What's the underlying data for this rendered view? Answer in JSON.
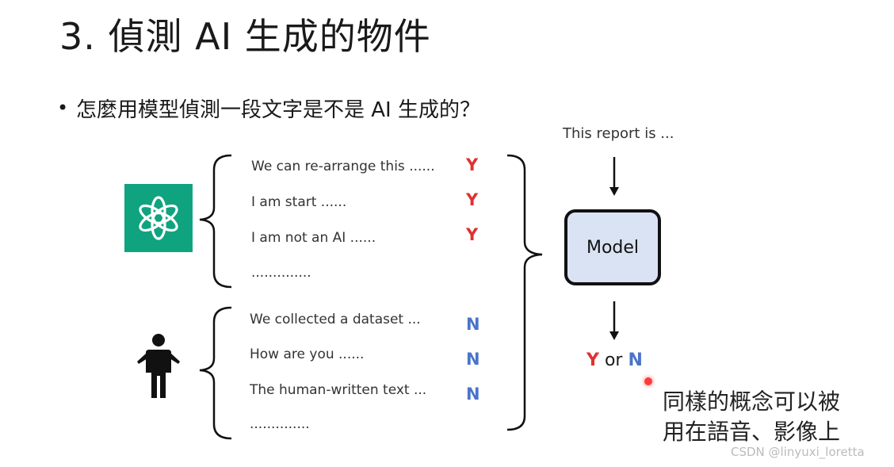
{
  "slide": {
    "title": "3. 偵測 AI 生成的物件",
    "bullet": "怎麼用模型偵測一段文字是不是 AI 生成的？",
    "model_input_label": "This report is ...",
    "model_label": "Model",
    "output": {
      "y": "Y",
      "or": "or",
      "n": "N"
    },
    "note_line1": "同樣的概念可以被",
    "note_line2": "用在語音、影像上"
  },
  "ai_samples": [
    {
      "text": "We can re-arrange this ......",
      "label": "Y"
    },
    {
      "text": "I am start ......",
      "label": "Y"
    },
    {
      "text": "I am not an AI ......",
      "label": "Y"
    },
    {
      "text": "..............",
      "label": ""
    }
  ],
  "human_samples": [
    {
      "text": "We collected a dataset ...",
      "label": "N"
    },
    {
      "text": "How are you ......",
      "label": "N"
    },
    {
      "text": "The human-written text ...",
      "label": "N"
    },
    {
      "text": "..............",
      "label": ""
    }
  ],
  "icons": {
    "ai_logo": "openai-logo-icon",
    "human": "person-icon",
    "arrows": "arrow-down-icon"
  },
  "colors": {
    "y": "#e03131",
    "n": "#4a74c9",
    "model_fill": "#dae3f3",
    "logo_bg": "#10a37f"
  },
  "watermark": "CSDN @linyuxi_loretta"
}
